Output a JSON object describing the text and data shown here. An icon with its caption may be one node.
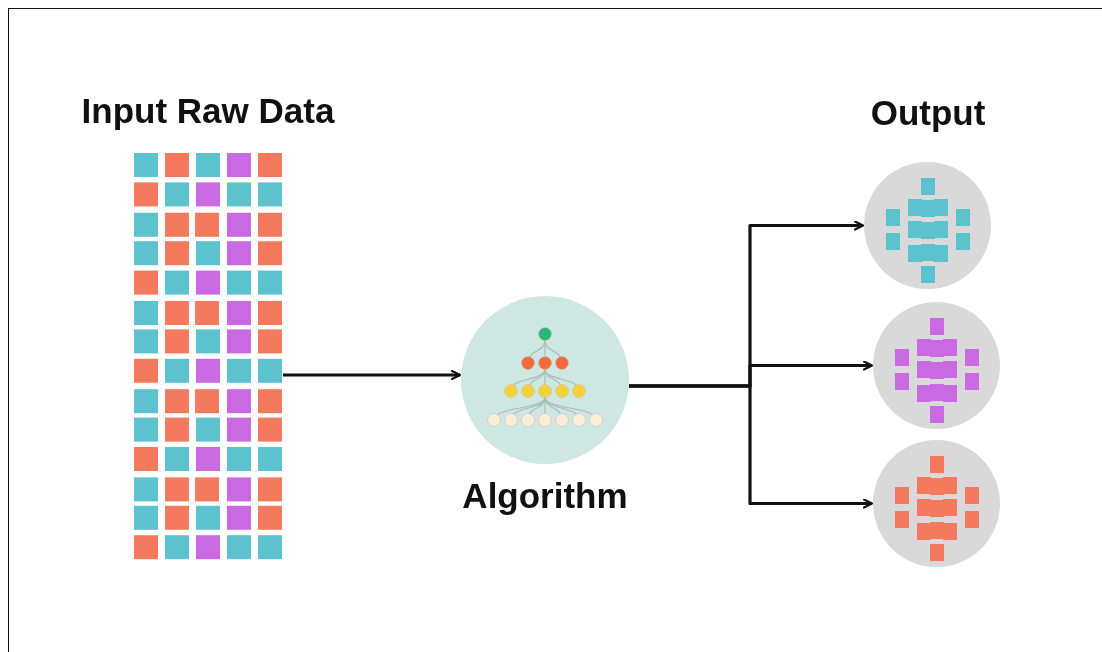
{
  "diagram": {
    "nodes": [
      {
        "text": [
          "Input Raw Data"
        ]
      },
      {
        "text": [
          "Algorithm"
        ]
      },
      {
        "text": [],
        "shape": "circle"
      },
      {
        "text": [],
        "shape": "circle"
      },
      {
        "text": [],
        "shape": "circle"
      }
    ],
    "edges": [
      {
        "from": 0,
        "to": 1,
        "arrow": "to"
      },
      {
        "from": 1,
        "to": 2,
        "arrow": "to"
      },
      {
        "from": 1,
        "to": 3,
        "arrow": "to"
      },
      {
        "from": 1,
        "to": 4,
        "arrow": "to"
      }
    ],
    "labels": [
      "Output"
    ]
  }
}
